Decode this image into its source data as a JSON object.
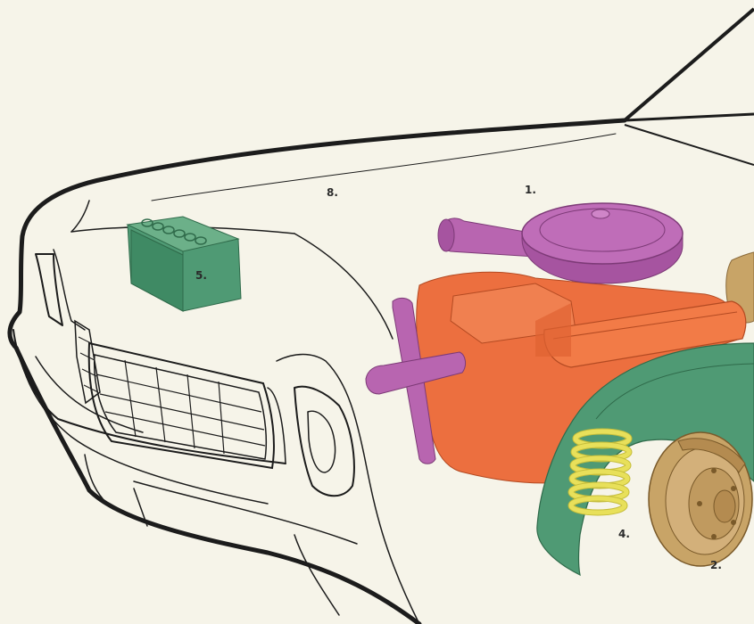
{
  "callouts": {
    "hood": "8.",
    "air_cleaner": "1.",
    "battery": "5.",
    "coil_spring": "4.",
    "brake_disc": "2."
  },
  "colors": {
    "background": "#f6f4e9",
    "outline": "#1c1c1c",
    "air_cleaner": "#b865b0",
    "engine": "#ec6f3f",
    "battery": "#4f9a74",
    "fender_liner": "#4f9a74",
    "spring": "#e8e05a",
    "brake": "#c8a467"
  }
}
